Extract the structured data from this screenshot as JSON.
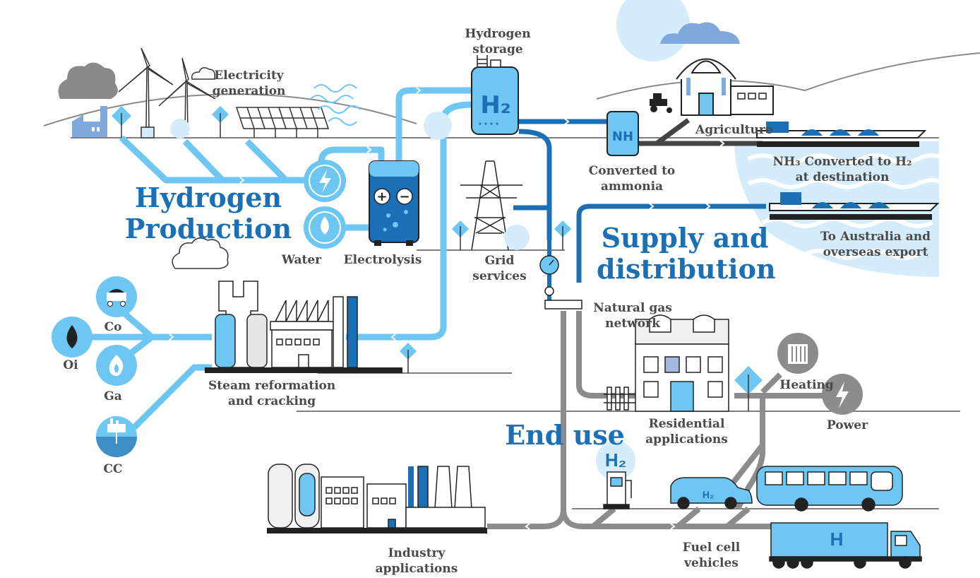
{
  "sections": {
    "production_line1": "Hydrogen",
    "production_line2": "Production",
    "supply_line1": "Supply and",
    "supply_line2": "distribution",
    "end_use": "End use"
  },
  "labels": {
    "electricity_1": "Electricity",
    "electricity_2": "generation",
    "storage_1": "Hydrogen",
    "storage_2": "storage",
    "water": "Water",
    "electrolysis": "Electrolysis",
    "grid_1": "Grid",
    "grid_2": "services",
    "ammonia_1": "Converted to",
    "ammonia_2": "ammonia",
    "agriculture": "Agriculture",
    "nh3_1": "NH₃ Converted to H₂",
    "nh3_2": "at destination",
    "export_1": "To Australia and",
    "export_2": "overseas export",
    "gas_1": "Natural gas",
    "gas_2": "network",
    "coal": "Co",
    "oil": "Oi",
    "gas": "Ga",
    "ccs": "CC",
    "steam_1": "Steam reformation",
    "steam_2": "and cracking",
    "residential_1": "Residential",
    "residential_2": "applications",
    "heating": "Heating",
    "power": "Power",
    "industry_1": "Industry",
    "industry_2": "applications",
    "fuelcell_1": "Fuel cell",
    "fuelcell_2": "vehicles"
  },
  "icon_text": {
    "tank": "H₂",
    "ammonia_tank": "NH",
    "plus": "+",
    "minus": "−",
    "station": "H₂",
    "car": "H₂",
    "truck": "H"
  },
  "colors": {
    "light_blue": "#6ec6f2",
    "dark_blue": "#1b6fb5",
    "grey_pipe": "#8c8c8c",
    "pale_blue": "#d5ecfa",
    "title_blue": "#1b6fb5",
    "label_grey": "#4a4a4a"
  }
}
